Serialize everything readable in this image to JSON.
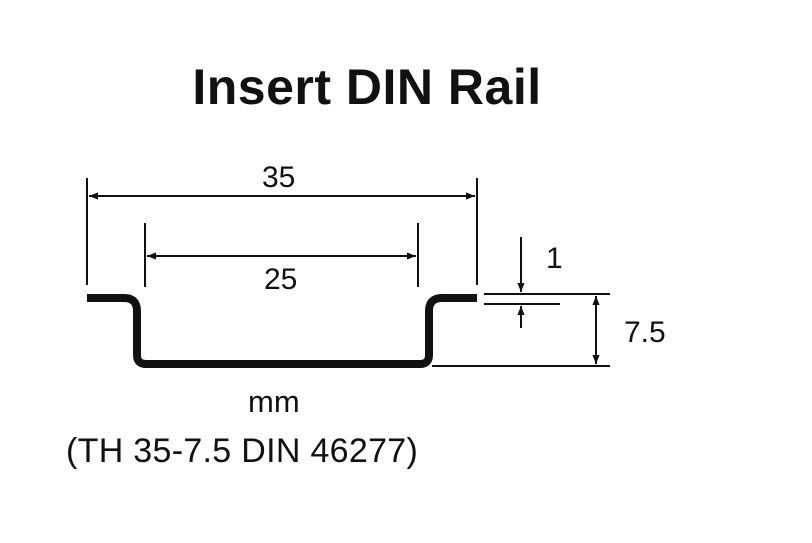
{
  "title": "Insert DIN Rail",
  "dimensions": {
    "outer_width": "35",
    "inner_width": "25",
    "thickness": "1",
    "height": "7.5"
  },
  "unit": "mm",
  "standard": "(TH 35-7.5 DIN 46277)",
  "colors": {
    "ink": "#111111",
    "background": "#ffffff"
  }
}
